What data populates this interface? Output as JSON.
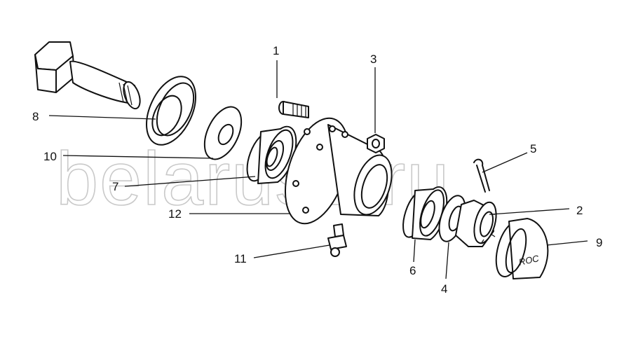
{
  "watermark": "belarus1.ru",
  "cap_marking": "ROC",
  "callouts": {
    "c1": "1",
    "c2": "2",
    "c3": "3",
    "c4": "4",
    "c5": "5",
    "c6": "6",
    "c7": "7",
    "c8": "8",
    "c9": "9",
    "c10": "10",
    "c11": "11",
    "c12": "12"
  }
}
